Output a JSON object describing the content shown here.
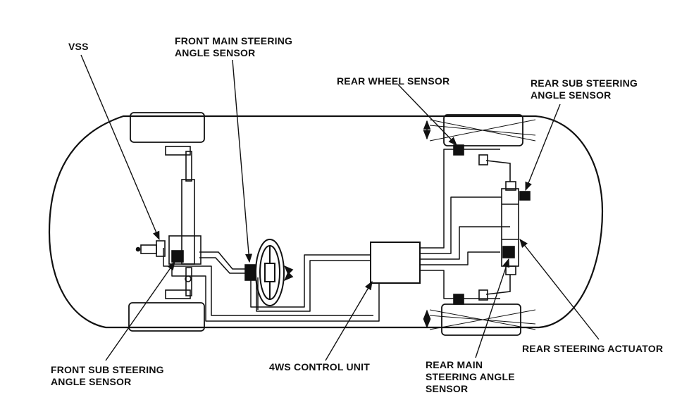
{
  "labels": {
    "vss": "VSS",
    "front_main_line1": "FRONT MAIN STEERING",
    "front_main_line2": "ANGLE SENSOR",
    "rear_wheel_sensor": "REAR WHEEL SENSOR",
    "rear_sub_line1": "REAR SUB STEERING",
    "rear_sub_line2": "ANGLE SENSOR",
    "rear_steering_actuator": "REAR STEERING ACTUATOR",
    "front_sub_line1": "FRONT SUB STEERING",
    "front_sub_line2": "ANGLE SENSOR",
    "control_unit": "4WS CONTROL UNIT",
    "rear_main_line1": "REAR MAIN",
    "rear_main_line2": "STEERING ANGLE",
    "rear_main_line3": "SENSOR"
  }
}
